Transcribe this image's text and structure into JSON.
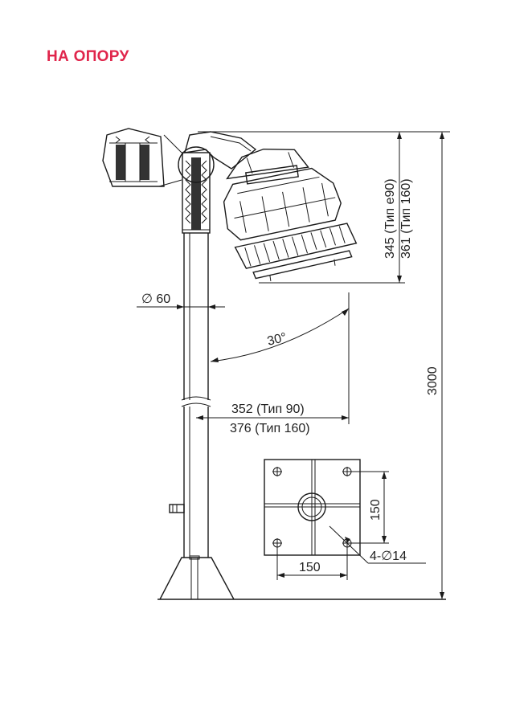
{
  "heading": "НА ОПОРУ",
  "colors": {
    "heading": "#e0254b",
    "line": "#1a1a1a"
  },
  "dimensions": {
    "pipe_diameter": "∅ 60",
    "angle": "30°",
    "luminaire_height_1": "345 (Тип е90)",
    "luminaire_height_2": "361 (Тип 160)",
    "total_height": "3000",
    "reach_1": "352 (Тип 90)",
    "reach_2": "376 (Тип 160)",
    "base_width": "150",
    "base_height": "150",
    "holes": "4-∅14"
  }
}
